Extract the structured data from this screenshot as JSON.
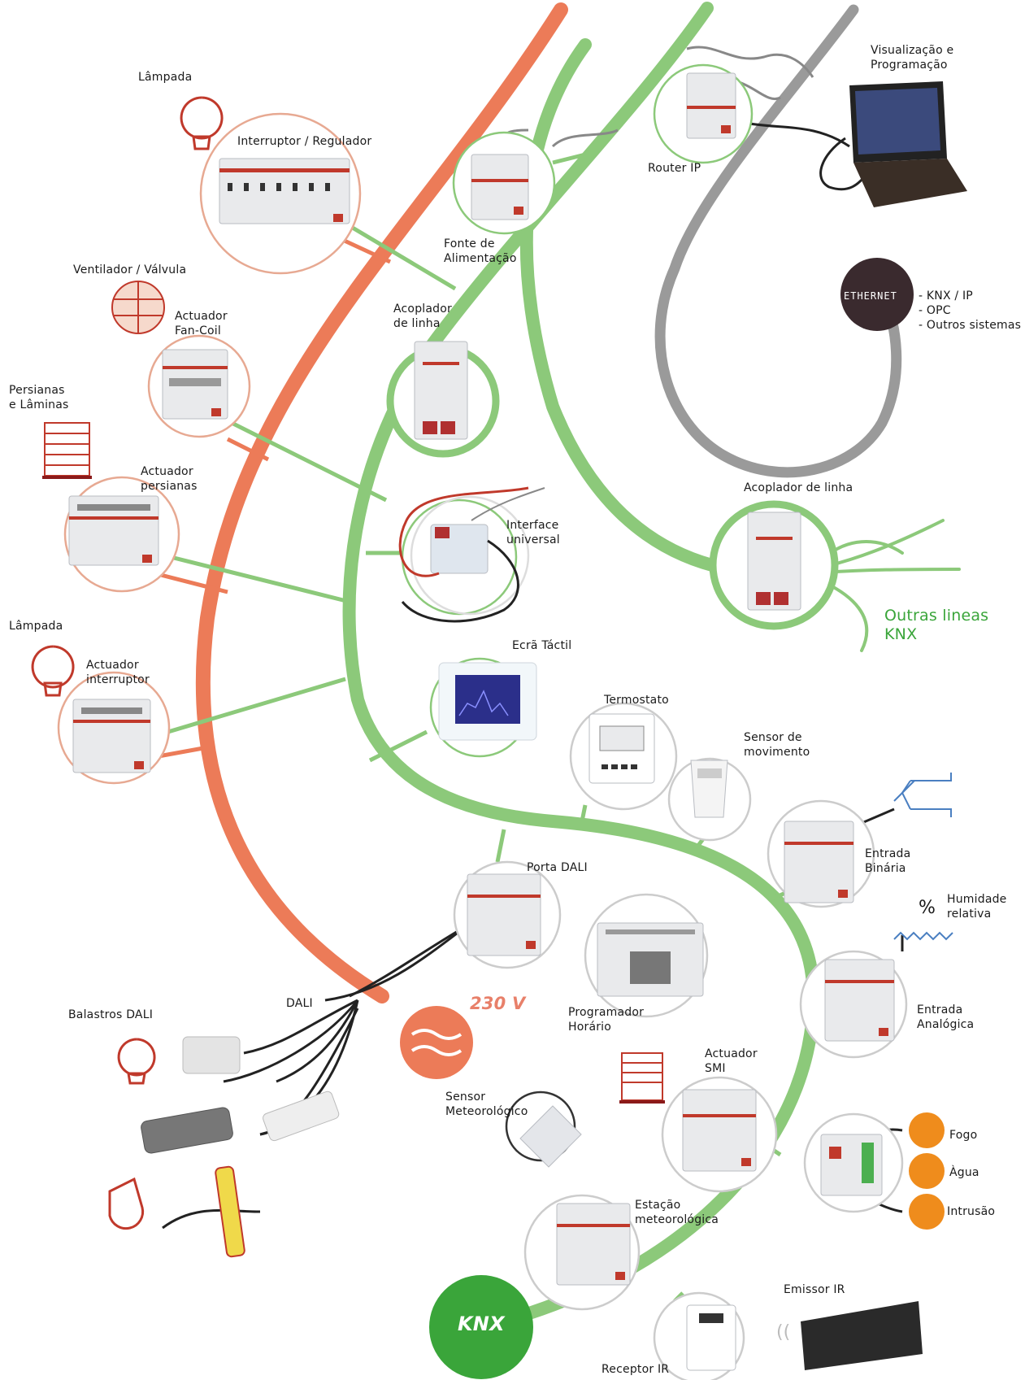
{
  "colors": {
    "power_line": "#ec7b58",
    "knx_bus": "#8cc97a",
    "ethernet": "#9a9a9a",
    "device_body": "#e9eaec",
    "device_accent": "#c0392b",
    "knx_node": "#3aa53a",
    "ethernet_node": "#3a2a2e",
    "sensor_orange": "#ef8c1c"
  },
  "hubs": {
    "knx": "KNX",
    "ethernet": "ETHERNET",
    "voltage": "230 V"
  },
  "labels": {
    "lampada_top": "Lâmpada",
    "interruptor": "Interruptor / Regulador",
    "ventilador": "Ventilador / Válvula",
    "actuador_fancoil": "Actuador\nFan-Coil",
    "persianas": "Persianas\ne Lâminas",
    "actuador_persianas": "Actuador\npersianas",
    "lampada_mid": "Lâmpada",
    "actuador_interruptor": "Actuador\ninterruptor",
    "fonte": "Fonte de\nAlimentação",
    "acoplador_linha_1": "Acoplador\nde linha",
    "router_ip": "Router IP",
    "visualizacao": "Visualização e\nProgramação",
    "ethernet_list": "- KNX / IP\n- OPC\n- Outros sistemas",
    "acoplador_linha_2": "Acoplador de linha",
    "outras_linhas": "Outras lineas\nKNX",
    "interface_universal": "Interface\nuniversal",
    "ecra_tactil": "Ecrã Táctil",
    "termostato": "Termostato",
    "sensor_movimento": "Sensor de\nmovimento",
    "entrada_binaria": "Entrada\nBinária",
    "porta_dali": "Porta DALI",
    "humidade": "Humidade\nrelativa",
    "percent": "%",
    "dali": "DALI",
    "balastros": "Balastros DALI",
    "programador": "Programador\nHorário",
    "entrada_analogica": "Entrada\nAnalógica",
    "actuador_smi": "Actuador\nSMI",
    "sensor_meteo": "Sensor\nMeteorológico",
    "fogo": "Fogo",
    "agua": "Àgua",
    "intrusao": "Intrusão",
    "estacao_meteo": "Estação\nmeteorológica",
    "emissor_ir": "Emissor IR",
    "receptor_ir": "Receptor IR"
  }
}
